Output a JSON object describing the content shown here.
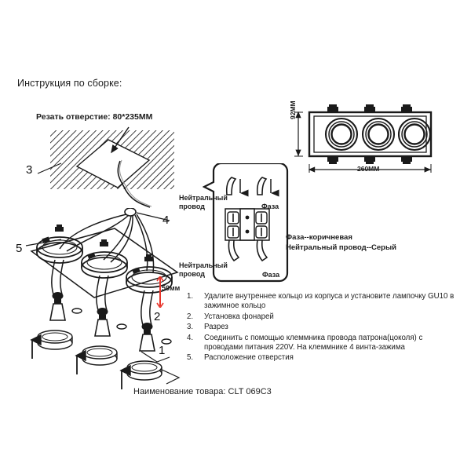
{
  "document": {
    "title": "Инструкция по сборке:",
    "product_label": "Наименование товара: CLT 069C3"
  },
  "cutout_diagram": {
    "label": "Резать отверстие:  80*235MM",
    "callout": "3"
  },
  "fixture_dimensions": {
    "width": "260MM",
    "height": "92MM"
  },
  "assembly_view": {
    "callout_plate": "5",
    "callout_wires": "4",
    "callout_lamp": "2",
    "callout_ring": "1",
    "depth_dimension": "50мм"
  },
  "wiring_detail": {
    "top_neutral": "Нейтральный\nпровод",
    "top_neutral_line1": "Нейтральный",
    "top_neutral_line2": "провод",
    "top_phase": "Фаза",
    "bottom_neutral_line1": "Нейтральный",
    "bottom_neutral_line2": "провод",
    "bottom_phase": "Фаза"
  },
  "legend": {
    "line1": "Фаза--коричневая",
    "line2": "Нейтральный провод--Серый"
  },
  "steps": [
    {
      "num": "1.",
      "text": "Удалите внутреннее кольцо из корпуса и установите лампочку GU10 в зажимное кольцо"
    },
    {
      "num": "2.",
      "text": "Установка фонарей"
    },
    {
      "num": "3.",
      "text": "Разрез"
    },
    {
      "num": "4.",
      "text": "Соединить с помощью клеммника провода патрона(цоколя) с проводами питания 220V. На клеммнике 4 винта-зажима"
    },
    {
      "num": "5.",
      "text": "Расположение отверстия"
    }
  ],
  "colors": {
    "ink": "#1a1a1a",
    "background": "#ffffff",
    "dimension_accent": "#e8342a"
  }
}
